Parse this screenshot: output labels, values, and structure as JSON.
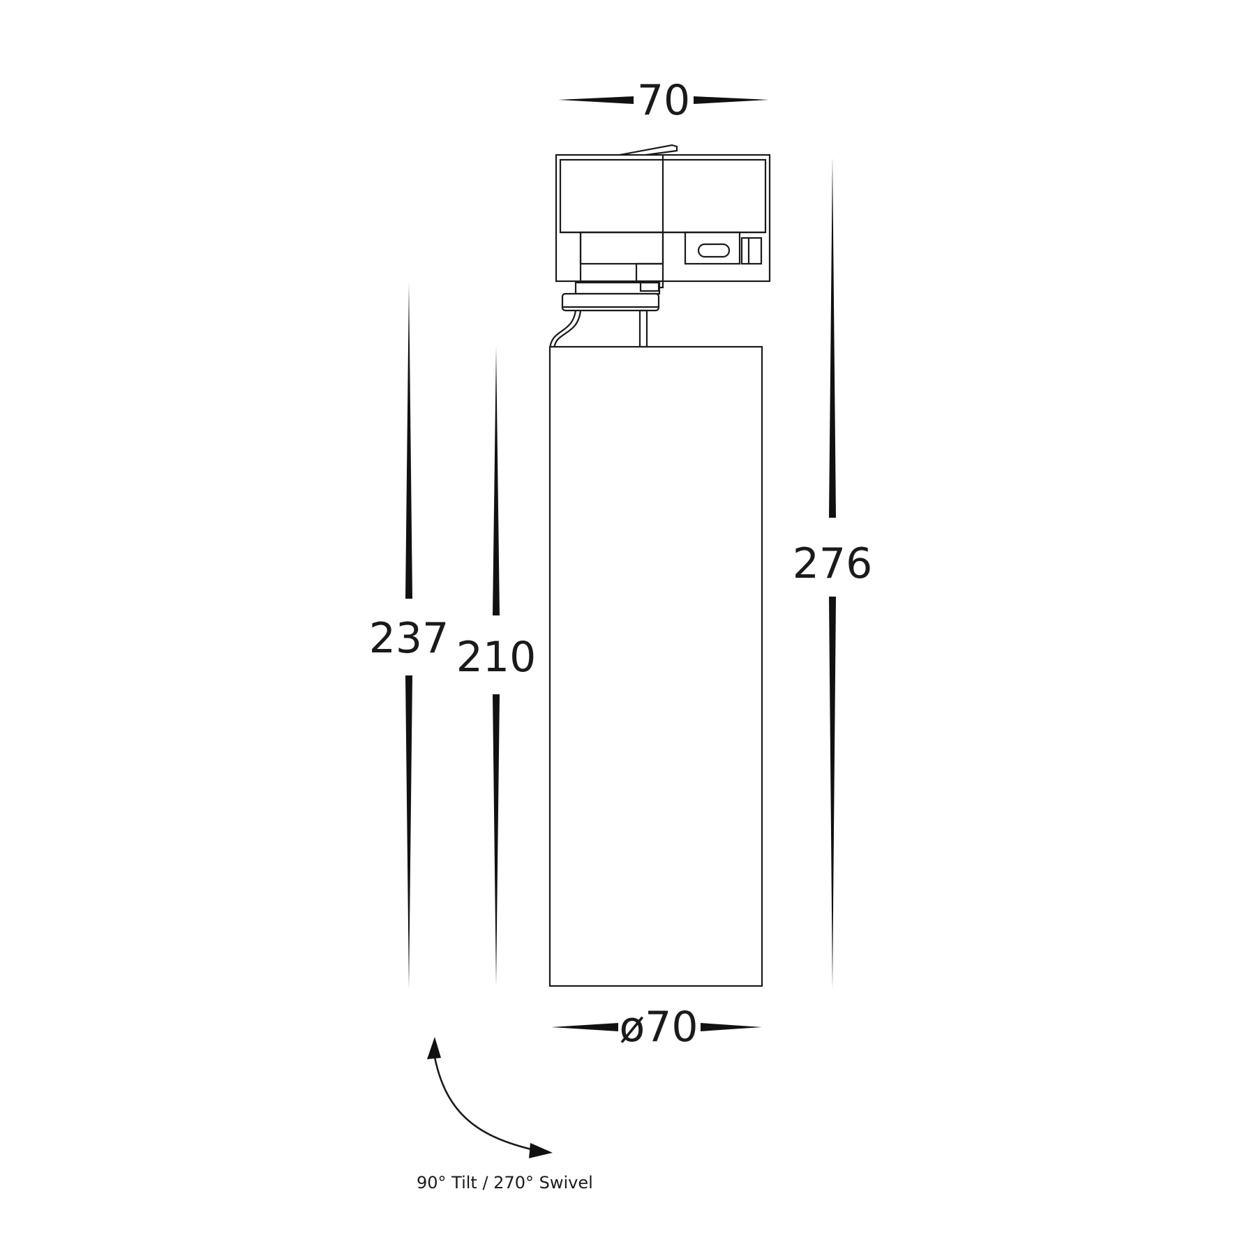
{
  "dimensions": {
    "top_width": "70",
    "overall_height": "276",
    "height_237": "237",
    "body_height": "210",
    "diameter": "ø70"
  },
  "note": "90° Tilt / 270° Swivel",
  "colors": {
    "line": "#1a1a1a",
    "background": "#ffffff"
  }
}
